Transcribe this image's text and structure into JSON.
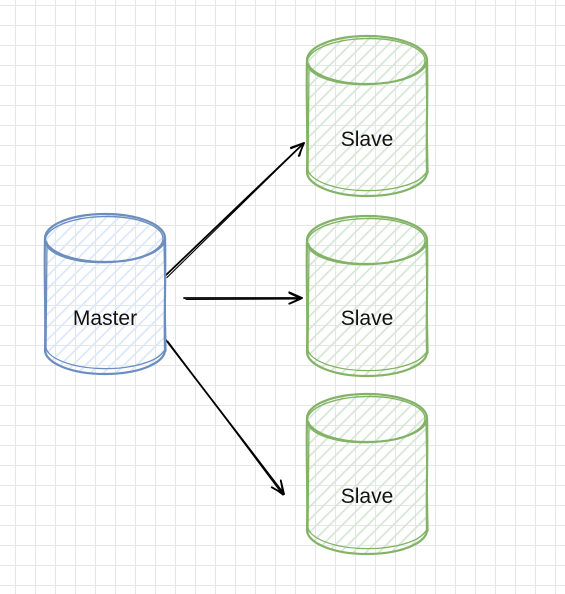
{
  "colors": {
    "master_stroke": "#6c8ebf",
    "master_fill": "#dae8fc",
    "slave_stroke": "#82b366",
    "slave_fill": "#d5e8d4",
    "arrow": "#000000",
    "grid": "#e6e6e6"
  },
  "nodes": {
    "master": {
      "label": "Master"
    },
    "slave_1": {
      "label": "Slave"
    },
    "slave_2": {
      "label": "Slave"
    },
    "slave_3": {
      "label": "Slave"
    }
  },
  "edges": [
    {
      "from": "master",
      "to": "slave_1"
    },
    {
      "from": "master",
      "to": "slave_2"
    },
    {
      "from": "master",
      "to": "slave_3"
    }
  ]
}
